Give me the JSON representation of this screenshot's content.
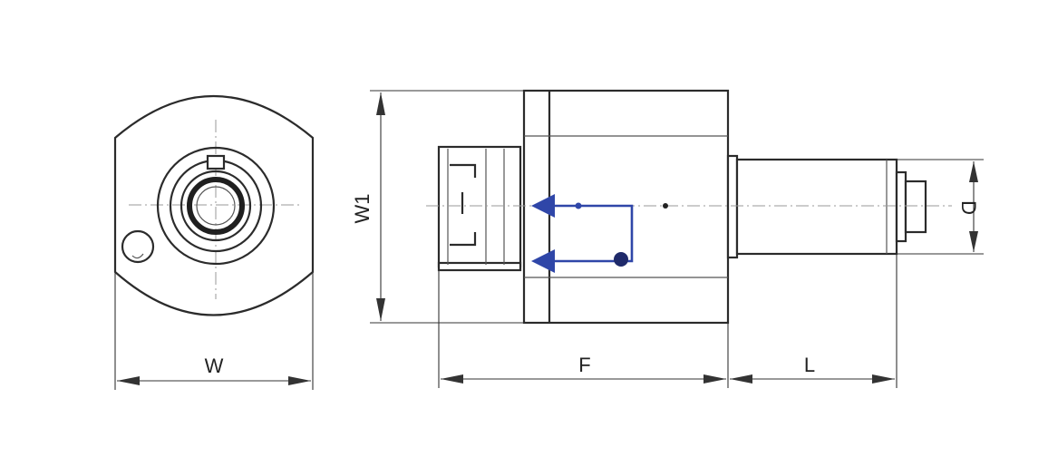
{
  "labels": {
    "w": "W",
    "w1": "W1",
    "f": "F",
    "l": "L",
    "d": "D"
  },
  "colors": {
    "outline": "#2b2b2b",
    "coolant_flow": "#2f46a8",
    "centerline": "#9a9a9a"
  }
}
